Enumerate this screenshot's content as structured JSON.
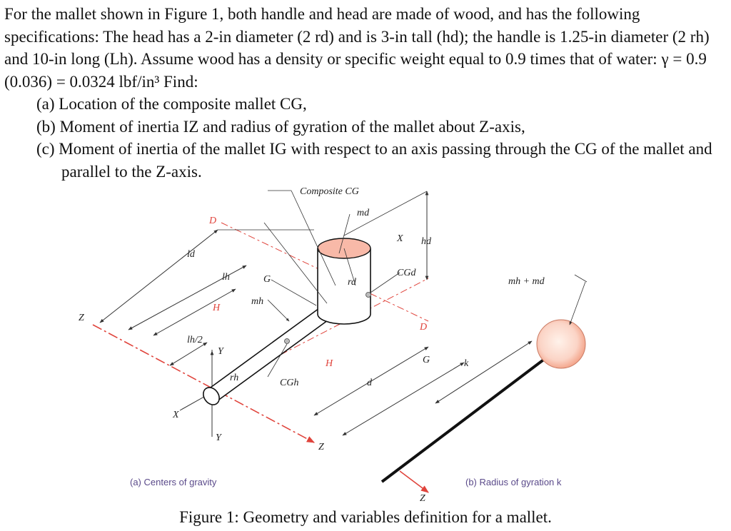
{
  "problem": {
    "intro": "For the mallet shown in Figure 1, both handle and head are made of wood, and has the following specifications: The head has a 2-in diameter (2 rd) and is 3-in tall (hd); the handle is 1.25-in diameter (2 rh) and 10-in long (Lh). Assume wood has a density or specific weight equal to 0.9 times that of water: γ = 0.9 (0.036) = 0.0324 lbf/in³ Find:",
    "items": [
      "(a) Location of the composite mallet CG,",
      "(b) Moment of inertia IZ and radius of gyration of the mallet about Z-axis,",
      "(c) Moment of inertia of the mallet IG with respect to an axis passing through the CG of the mallet and parallel to the Z-axis."
    ]
  },
  "figure": {
    "labels": {
      "composite_cg": "Composite CG",
      "md": "md",
      "hd": "hd",
      "x_top": "X",
      "cgd": "CGd",
      "rd": "rd",
      "d_top": "D",
      "ld": "ld",
      "lh": "lh",
      "g_left": "G",
      "mh": "mh",
      "h_left": "H",
      "lh_half": "lh/2",
      "y_top": "Y",
      "rh": "rh",
      "cgh": "CGh",
      "h_mid": "H",
      "d_right": "D",
      "g_right": "G",
      "d_dist": "d",
      "x_left": "X",
      "y_bottom": "Y",
      "z_left": "Z",
      "z_mid": "Z",
      "z_right": "Z",
      "k": "k",
      "mass_sum": "mh + md",
      "caption_a": "(a) Centers of gravity",
      "caption_b": "(b) Radius of gyration k"
    },
    "caption": "Figure 1: Geometry and variables definition for a mallet."
  }
}
